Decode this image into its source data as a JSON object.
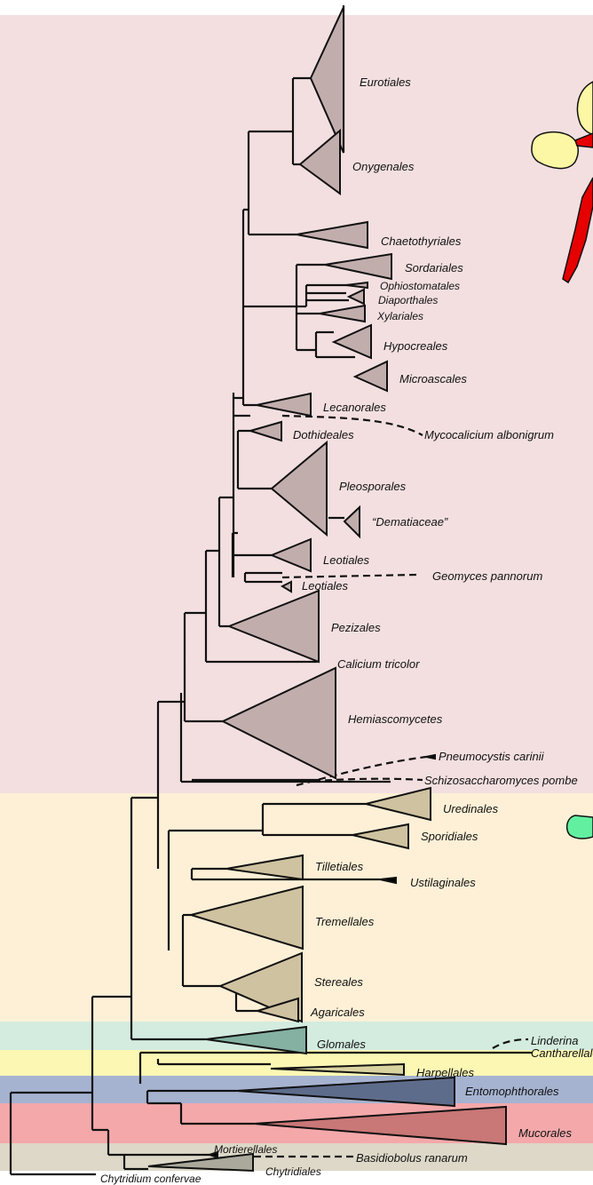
{
  "colors": {
    "ascomycota_band": "#f3dfe0",
    "basidiomycota_band": "#fdf0d6",
    "glomales_band": "#d3ecdf",
    "harpellales_band": "#fdf7b4",
    "entomophthorales_band": "#a6b3d0",
    "mucorales_band": "#f4a8aa",
    "chytridiales_band": "#ddd8c8",
    "ascomycota_clade": "#c2adad",
    "basidiomycota_clade": "#cfc2a0",
    "glomales_clade": "#84b1a2",
    "harpellales_clade": "#d9d3a0",
    "entomophthorales_clade": "#5e6c8c",
    "mucorales_clade": "#c97777",
    "chytridiales_clade": "#aaa99b",
    "icon_yellow": "#fbf7a4",
    "icon_red": "#e60000",
    "icon_green": "#62f0a0"
  },
  "taxa": {
    "eurotiales": "Eurotiales",
    "onygenales": "Onygenales",
    "chaetothyriales": "Chaetothyriales",
    "sordariales": "Sordariales",
    "ophiostomatales": "Ophiostomatales",
    "diaporthales": "Diaporthales",
    "xylariales": "Xylariales",
    "hypocreales": "Hypocreales",
    "microascales": "Microascales",
    "lecanorales": "Lecanorales",
    "mycocalicium": "Mycocalicium albonigrum",
    "dothideales": "Dothideales",
    "pleosporales": "Pleosporales",
    "dematiaceae": "“Dematiaceae”",
    "leotiales_1": "Leotiales",
    "geomyces": "Geomyces pannorum",
    "leotiales_2": "Leotiales",
    "pezizales": "Pezizales",
    "calicium": "Calicium tricolor",
    "hemiascomycetes": "Hemiascomycetes",
    "pneumocystis": "Pneumocystis carinii",
    "schizosaccharomyces": "Schizosaccharomyces pombe",
    "uredinales": "Uredinales",
    "sporidiales": "Sporidiales",
    "tilletiales": "Tilletiales",
    "ustilaginales": "Ustilaginales",
    "tremellales": "Tremellales",
    "stereales": "Stereales",
    "agaricales": "Agaricales",
    "glomales": "Glomales",
    "linderina": "Linderina",
    "cantharellales": "Cantharellales",
    "harpellales": "Harpellales",
    "entomophthorales": "Entomophthorales",
    "mucorales": "Mucorales",
    "mortierellales": "Mortierellales",
    "basidiobolus": "Basidiobolus ranarum",
    "chytridiales": "Chytridiales",
    "chytridium": "Chytridium confervae"
  }
}
